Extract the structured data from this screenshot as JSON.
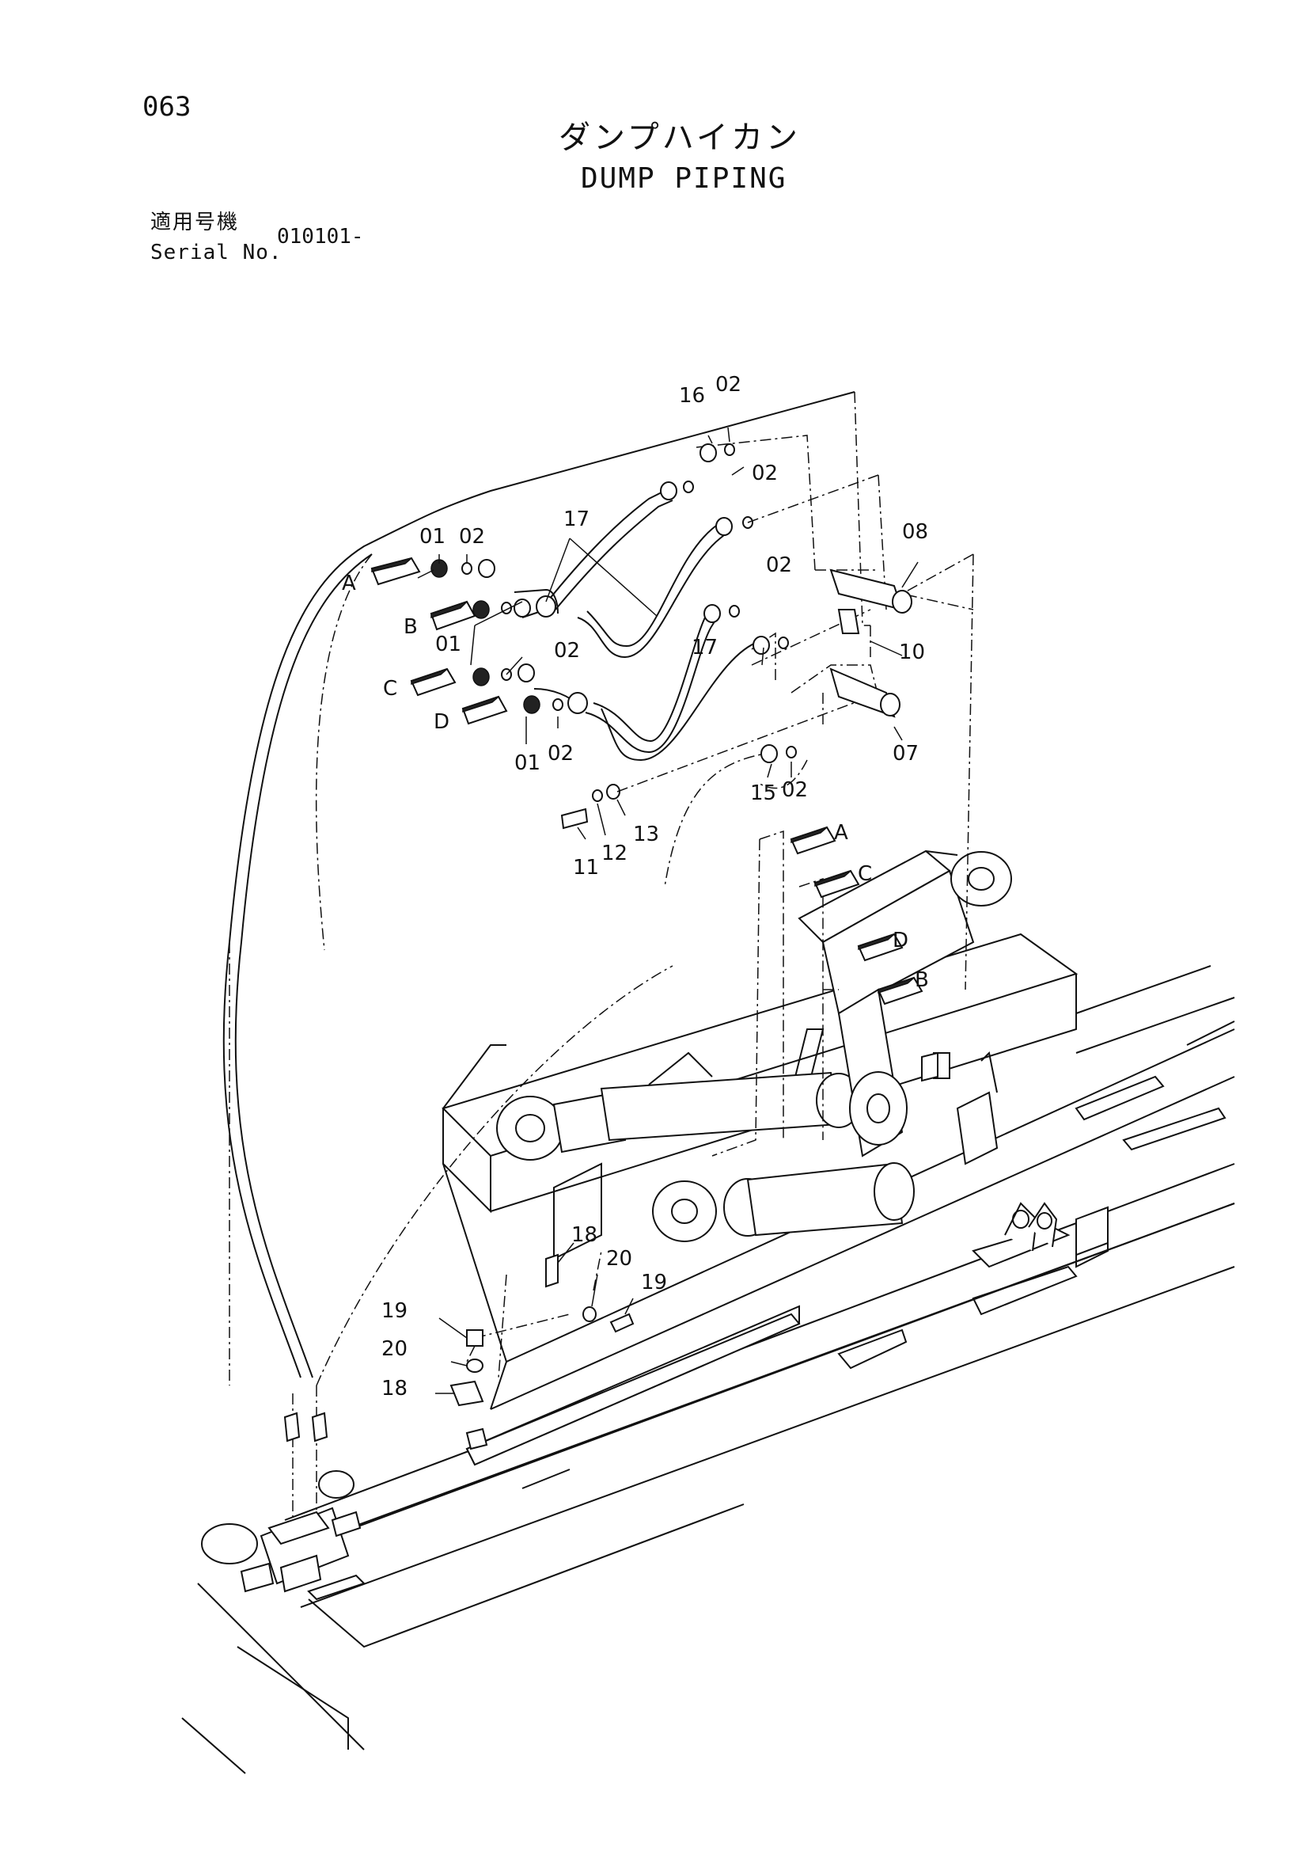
{
  "header": {
    "page_number": "063",
    "title_jp": "ダンプハイカン",
    "title_en": "DUMP PIPING",
    "serial_label_jp": "適用号機",
    "serial_label_en": "Serial No.",
    "serial_value": "010101-"
  },
  "callouts": [
    {
      "id": "c1",
      "text": "16"
    },
    {
      "id": "c2",
      "text": "02"
    },
    {
      "id": "c3",
      "text": "02"
    },
    {
      "id": "c4",
      "text": "17"
    },
    {
      "id": "c5",
      "text": "01"
    },
    {
      "id": "c6",
      "text": "02"
    },
    {
      "id": "c7",
      "text": "A"
    },
    {
      "id": "c8",
      "text": "B"
    },
    {
      "id": "c9",
      "text": "01"
    },
    {
      "id": "c10",
      "text": "02"
    },
    {
      "id": "c11",
      "text": "17"
    },
    {
      "id": "c12",
      "text": "C"
    },
    {
      "id": "c13",
      "text": "D"
    },
    {
      "id": "c14",
      "text": "01"
    },
    {
      "id": "c15",
      "text": "02"
    },
    {
      "id": "c16",
      "text": "02"
    },
    {
      "id": "c17",
      "text": "08"
    },
    {
      "id": "c18",
      "text": "10"
    },
    {
      "id": "c19",
      "text": "07"
    },
    {
      "id": "c20",
      "text": "15"
    },
    {
      "id": "c21",
      "text": "02"
    },
    {
      "id": "c22",
      "text": "11"
    },
    {
      "id": "c23",
      "text": "12"
    },
    {
      "id": "c24",
      "text": "13"
    },
    {
      "id": "c25",
      "text": "A"
    },
    {
      "id": "c26",
      "text": "C"
    },
    {
      "id": "c27",
      "text": "D"
    },
    {
      "id": "c28",
      "text": "B"
    },
    {
      "id": "c29",
      "text": "18"
    },
    {
      "id": "c30",
      "text": "20"
    },
    {
      "id": "c31",
      "text": "19"
    },
    {
      "id": "c32",
      "text": "19"
    },
    {
      "id": "c33",
      "text": "20"
    },
    {
      "id": "c34",
      "text": "18"
    }
  ]
}
